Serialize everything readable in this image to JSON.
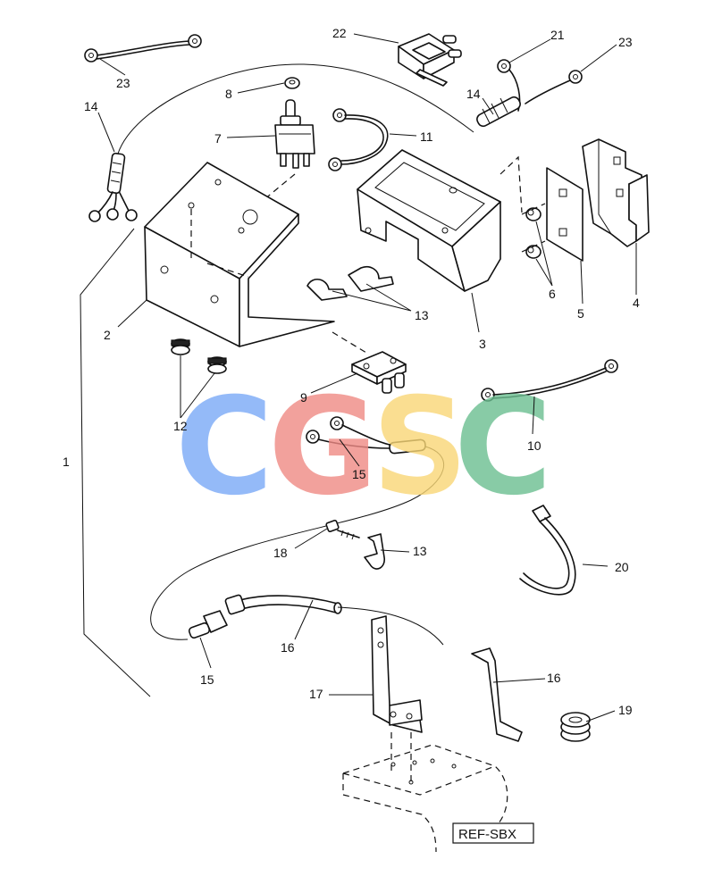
{
  "labels": {
    "l1": "1",
    "l2": "2",
    "l3": "3",
    "l4": "4",
    "l5": "5",
    "l6": "6",
    "l7": "7",
    "l8": "8",
    "l9": "9",
    "l10": "10",
    "l11": "11",
    "l12": "12",
    "l13a": "13",
    "l13b": "13",
    "l14a": "14",
    "l14b": "14",
    "l15a": "15",
    "l15b": "15",
    "l16a": "16",
    "l16b": "16",
    "l17": "17",
    "l18": "18",
    "l19": "19",
    "l20": "20",
    "l21": "21",
    "l22": "22",
    "l23a": "23",
    "l23b": "23"
  },
  "reference": "REF-SBX",
  "watermark": {
    "c1": "C",
    "g": "G",
    "s": "S",
    "c2": "C",
    "colors": {
      "c1": "#7aa9f7",
      "g": "#f08a84",
      "s": "#f9d776",
      "c2": "#6bbf91"
    }
  }
}
